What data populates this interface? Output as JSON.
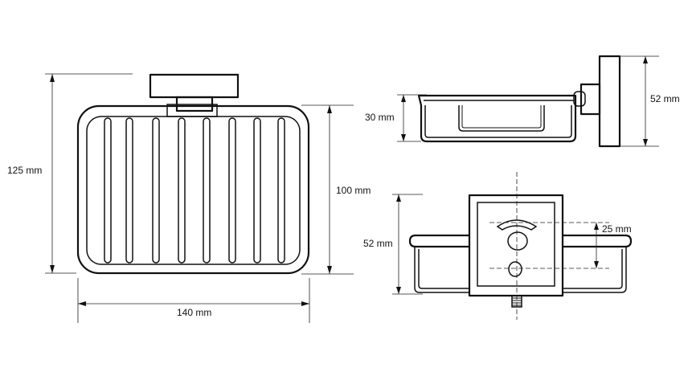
{
  "dimensions": {
    "front_height": "125 mm",
    "front_width": "140 mm",
    "basket_height": "100 mm",
    "side_depth": "30 mm",
    "side_bracket_height": "52 mm",
    "rear_bracket_height": "52 mm",
    "rear_hole_spacing": "25 mm"
  }
}
